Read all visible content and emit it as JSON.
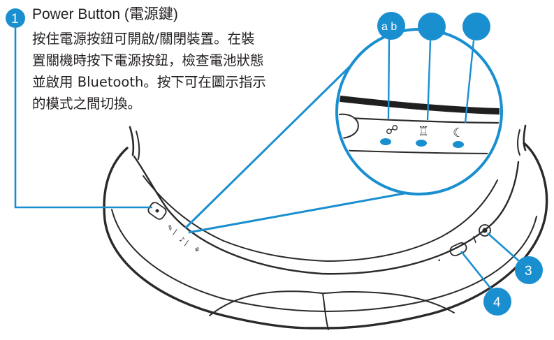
{
  "callout_1": {
    "number": "1",
    "title": "Power Button (電源鍵)",
    "description": "按住電源按鈕可開啟/關閉裝置。在裝\n置關機時按下電源按鈕，檢查電池狀態\n並啟用 Bluetooth。按下可在圖示指示\n的模式之間切換。"
  },
  "callout_3": {
    "number": "3"
  },
  "callout_4": {
    "number": "4"
  },
  "indicator_a": {
    "label": "a b"
  },
  "colors": {
    "accent": "#1a8fd0",
    "ink": "#231f20",
    "line": "#2a2a2a"
  }
}
